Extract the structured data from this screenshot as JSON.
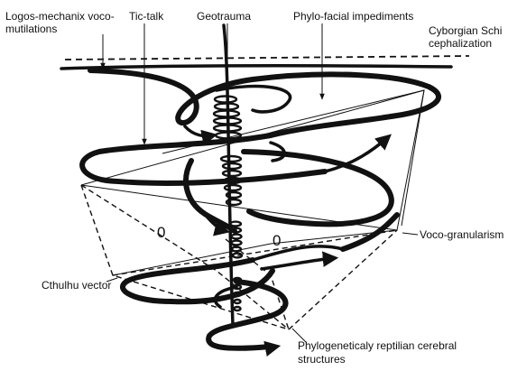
{
  "labels": {
    "logos_line1": "Logos-mechanix voco-",
    "logos_line2": "mutilations",
    "tic_talk": "Tic-talk",
    "geotrauma": "Geotrauma",
    "phylo_facial": "Phylo-facial impediments",
    "cyborgian_line1": "Cyborgian Schi",
    "cyborgian_line2": "cephalization",
    "voco_granularism": "Voco-granularism",
    "cthulhu_vector": "Cthulhu vector",
    "phylogeneticaly_line1": "Phylogeneticaly reptilian cerebral",
    "phylogeneticaly_line2": "structures",
    "zero_left": "0",
    "zero_right": "0"
  }
}
